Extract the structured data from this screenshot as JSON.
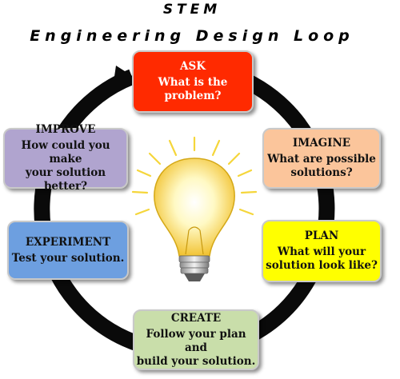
{
  "title": {
    "line1": "STEM",
    "line2": "Engineering Design Loop"
  },
  "steps": {
    "ask": {
      "label": "ASK",
      "text": "What is the problem?",
      "color": "#ff2a00"
    },
    "imagine": {
      "label": "IMAGINE",
      "text_line1": "What are possible",
      "text_line2": "solutions?",
      "color": "#fbc59b"
    },
    "plan": {
      "label": "PLAN",
      "text_line1": "What will your",
      "text_line2": "solution look like?",
      "color": "#ffff00"
    },
    "create": {
      "label": "CREATE",
      "text_line1": "Follow your plan and",
      "text_line2": "build your solution.",
      "color": "#c9deaa"
    },
    "experiment": {
      "label": "EXPERIMENT",
      "text": "Test your solution.",
      "color": "#6d9fe0"
    },
    "improve": {
      "label": "IMPROVE",
      "text_line1": "How could you make",
      "text_line2": "your solution better?",
      "color": "#b0a4cf"
    }
  },
  "icons": {
    "center": "lightbulb-icon",
    "loop": "cycle-arrow-icon"
  }
}
